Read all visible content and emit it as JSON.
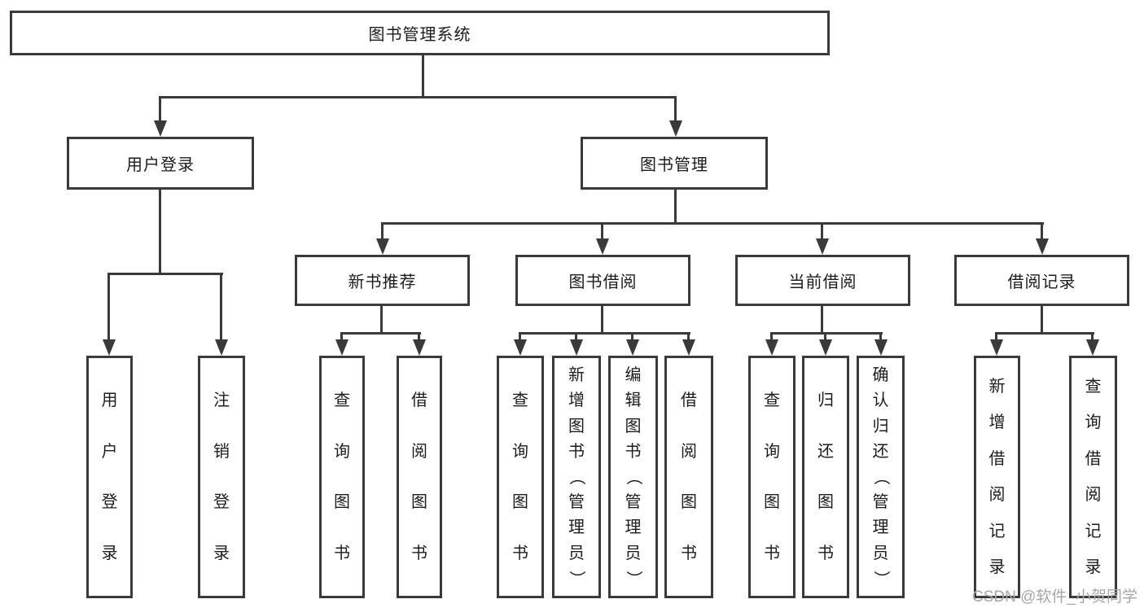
{
  "colors": {
    "line": "#3a3a3a",
    "text": "#1c1c1c",
    "watermark": "#a6a6a6",
    "background": "#ffffff"
  },
  "watermark": {
    "text": "CSDN @软件_小贺同学"
  },
  "tree": {
    "label": "图书管理系统",
    "children": [
      {
        "label": "用户登录",
        "children": [
          {
            "label": "用户登录"
          },
          {
            "label": "注销登录"
          }
        ]
      },
      {
        "label": "图书管理",
        "children": [
          {
            "label": "新书推荐",
            "children": [
              {
                "label": "查询图书"
              },
              {
                "label": "借阅图书"
              }
            ]
          },
          {
            "label": "图书借阅",
            "children": [
              {
                "label": "查询图书"
              },
              {
                "label": "新增图书（管理员）"
              },
              {
                "label": "编辑图书（管理员）"
              },
              {
                "label": "借阅图书"
              }
            ]
          },
          {
            "label": "当前借阅",
            "children": [
              {
                "label": "查询图书"
              },
              {
                "label": "归还图书"
              },
              {
                "label": "确认归还（管理员）"
              }
            ]
          },
          {
            "label": "借阅记录",
            "children": [
              {
                "label": "新增借阅记录"
              },
              {
                "label": "查询借阅记录"
              }
            ]
          }
        ]
      }
    ]
  }
}
